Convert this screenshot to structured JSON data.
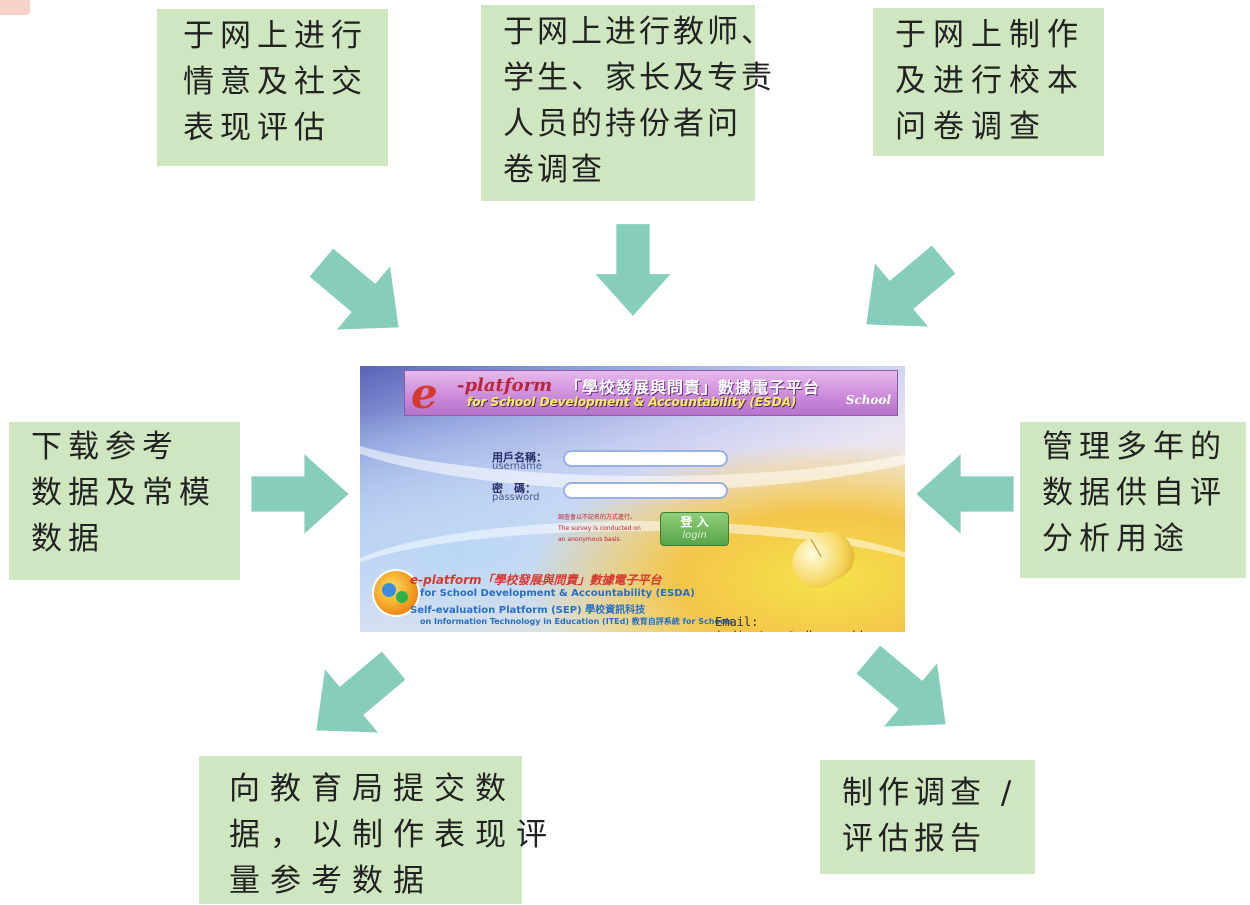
{
  "boxes": {
    "top_left": [
      "于网上进行",
      "情意及社交",
      "表现评估"
    ],
    "top_center": [
      "于网上进行教师、",
      "学生、家长及专责",
      "人员的持份者问",
      "卷调查"
    ],
    "top_right": [
      "于网上制作",
      "及进行校本",
      "问卷调查"
    ],
    "middle_left": [
      "下载参考",
      "数据及常模",
      "数据"
    ],
    "middle_right": [
      "管理多年的",
      "数据供自评",
      "分析用途"
    ],
    "bottom_left": [
      "向教育局提交数",
      "据，以制作表现评",
      "量参考数据"
    ],
    "bottom_right": [
      "制作调查 /",
      "评估报告"
    ]
  },
  "login_screen": {
    "banner": {
      "e": "e",
      "platform": "-platform",
      "title_cn": "「學校發展與問責」數據電子平台",
      "title_en": "for School Development & Accountability (ESDA)",
      "school": "School"
    },
    "username": {
      "label_cn": "用戶名稱：",
      "label_en": "username",
      "value": ""
    },
    "password": {
      "label_cn": "密　碼：",
      "label_en": "password",
      "value": ""
    },
    "note": [
      "調查會以不記名的方式進行。",
      "The survey is conducted on",
      "an anonymous basis."
    ],
    "login_button": {
      "label_cn": "登 入",
      "label_en": "login"
    },
    "bottom_lines": [
      "e-platform「學校發展與問責」數據電子平台",
      "for School Development & Accountability (ESDA)",
      "Self-evaluation Platform (SEP) 學校資訊科技",
      "on Information Technology in Education (ITEd) 教育自評系統 for Schools"
    ],
    "email": "Email: indicators@edb.gov.hk"
  },
  "colors": {
    "box_background": "#cfe7c0",
    "arrow": "#86cdbb"
  }
}
